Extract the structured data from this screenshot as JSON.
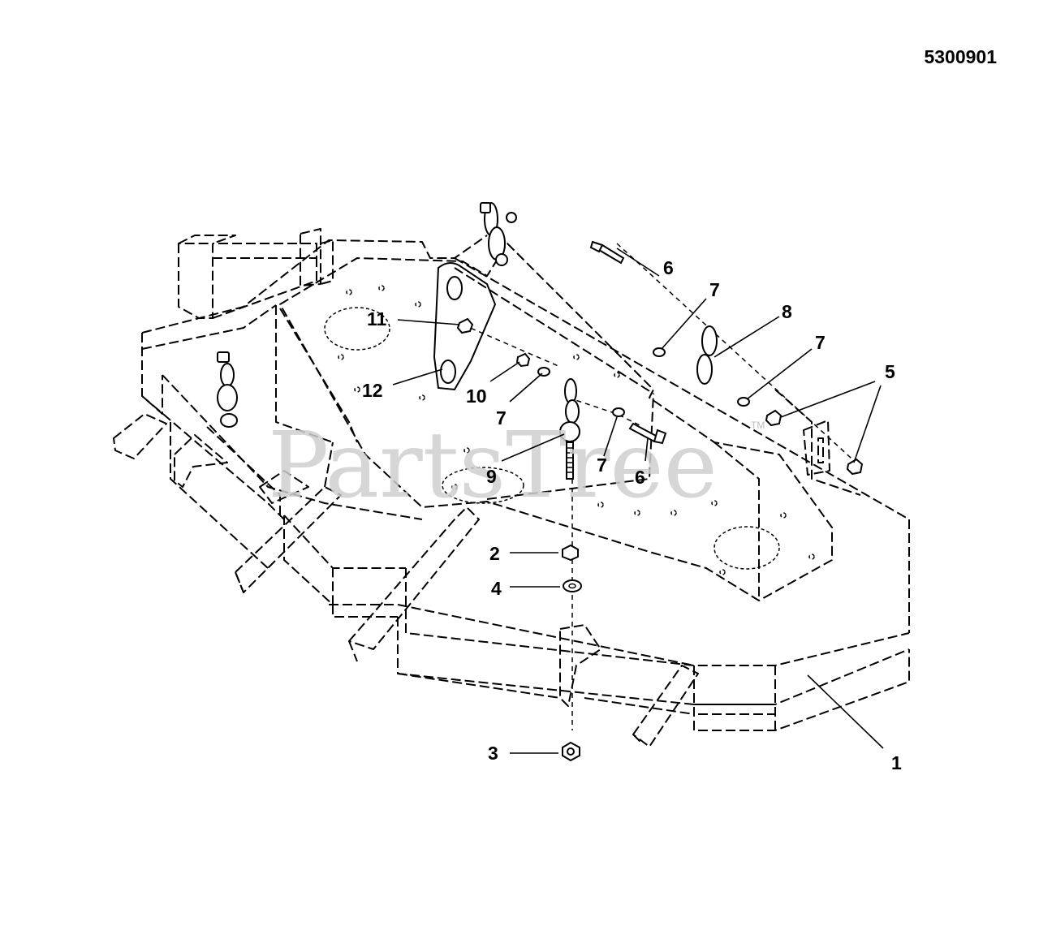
{
  "drawing_number": "5300901",
  "watermark": {
    "text": "PartsTree",
    "trademark": "TM"
  },
  "callouts": [
    {
      "id": "1",
      "label": "1"
    },
    {
      "id": "2",
      "label": "2"
    },
    {
      "id": "3",
      "label": "3"
    },
    {
      "id": "4",
      "label": "4"
    },
    {
      "id": "5",
      "label": "5"
    },
    {
      "id": "6a",
      "label": "6"
    },
    {
      "id": "6b",
      "label": "6"
    },
    {
      "id": "7a",
      "label": "7"
    },
    {
      "id": "7b",
      "label": "7"
    },
    {
      "id": "7c",
      "label": "7"
    },
    {
      "id": "7d",
      "label": "7"
    },
    {
      "id": "8",
      "label": "8"
    },
    {
      "id": "9",
      "label": "9"
    },
    {
      "id": "10",
      "label": "10"
    },
    {
      "id": "11",
      "label": "11"
    },
    {
      "id": "12",
      "label": "12"
    }
  ]
}
